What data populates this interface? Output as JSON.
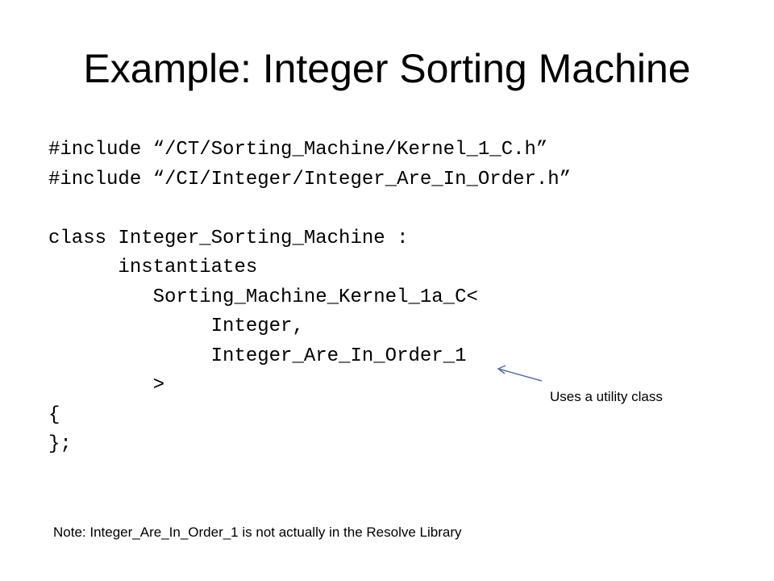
{
  "slide": {
    "title": "Example:  Integer Sorting Machine",
    "code_lines": [
      "#include “/CT/Sorting_Machine/Kernel_1_C.h”",
      "#include “/CI/Integer/Integer_Are_In_Order.h”",
      "",
      "class Integer_Sorting_Machine :",
      "      instantiates",
      "         Sorting_Machine_Kernel_1a_C<",
      "              Integer,",
      "              Integer_Are_In_Order_1",
      "         >",
      "{",
      "};"
    ],
    "callout": "Uses a utility class",
    "note": "Note:  Integer_Are_In_Order_1 is not actually in the Resolve Library"
  }
}
